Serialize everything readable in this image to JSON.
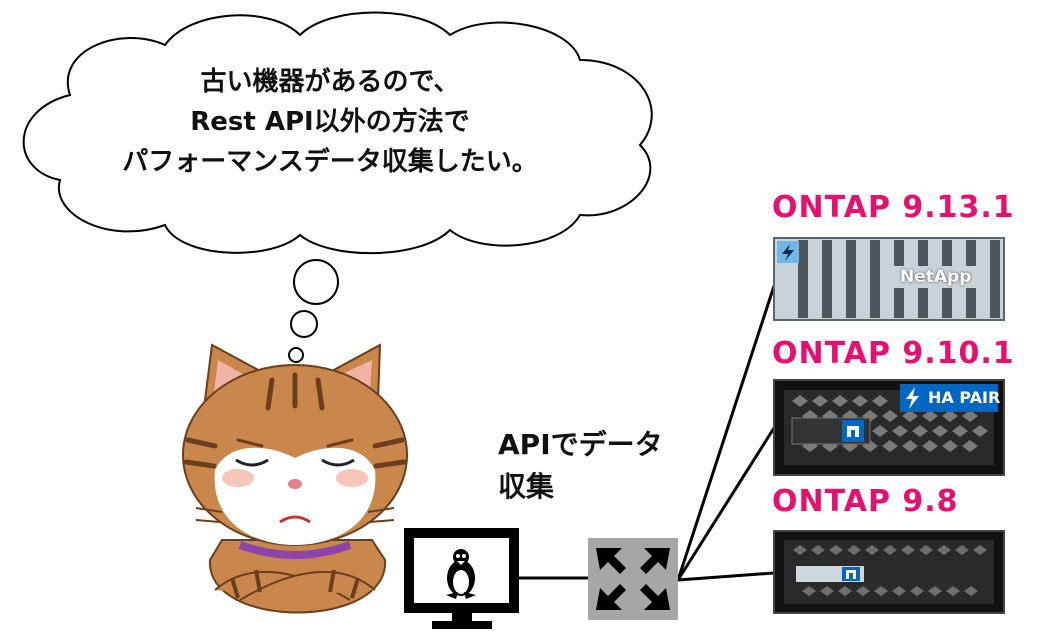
{
  "thought_bubble": {
    "lines": [
      "古い機器があるので、",
      "Rest API以外の方法で",
      "パフォーマンスデータ収集したい。"
    ]
  },
  "api_label": {
    "line1": "APIでデータ",
    "line2": "収集"
  },
  "devices": [
    {
      "version": "ONTAP 9.13.1",
      "brand": "NetApp",
      "icon": "lightning-bolt-icon"
    },
    {
      "version": "ONTAP 9.10.1",
      "badge": "HA PAIR",
      "icon": "lightning-bolt-icon"
    },
    {
      "version": "ONTAP 9.8"
    }
  ],
  "colors": {
    "version_text": "#e8106e",
    "cable": "#000000",
    "switch": "#a6a6a6",
    "bolt_badge": "#6fb7e6",
    "ha_badge": "#0067c5"
  },
  "icons": {
    "monitor": "linux-tux-icon",
    "switch": "arrows-out-icon",
    "person": "cat-thinking"
  }
}
